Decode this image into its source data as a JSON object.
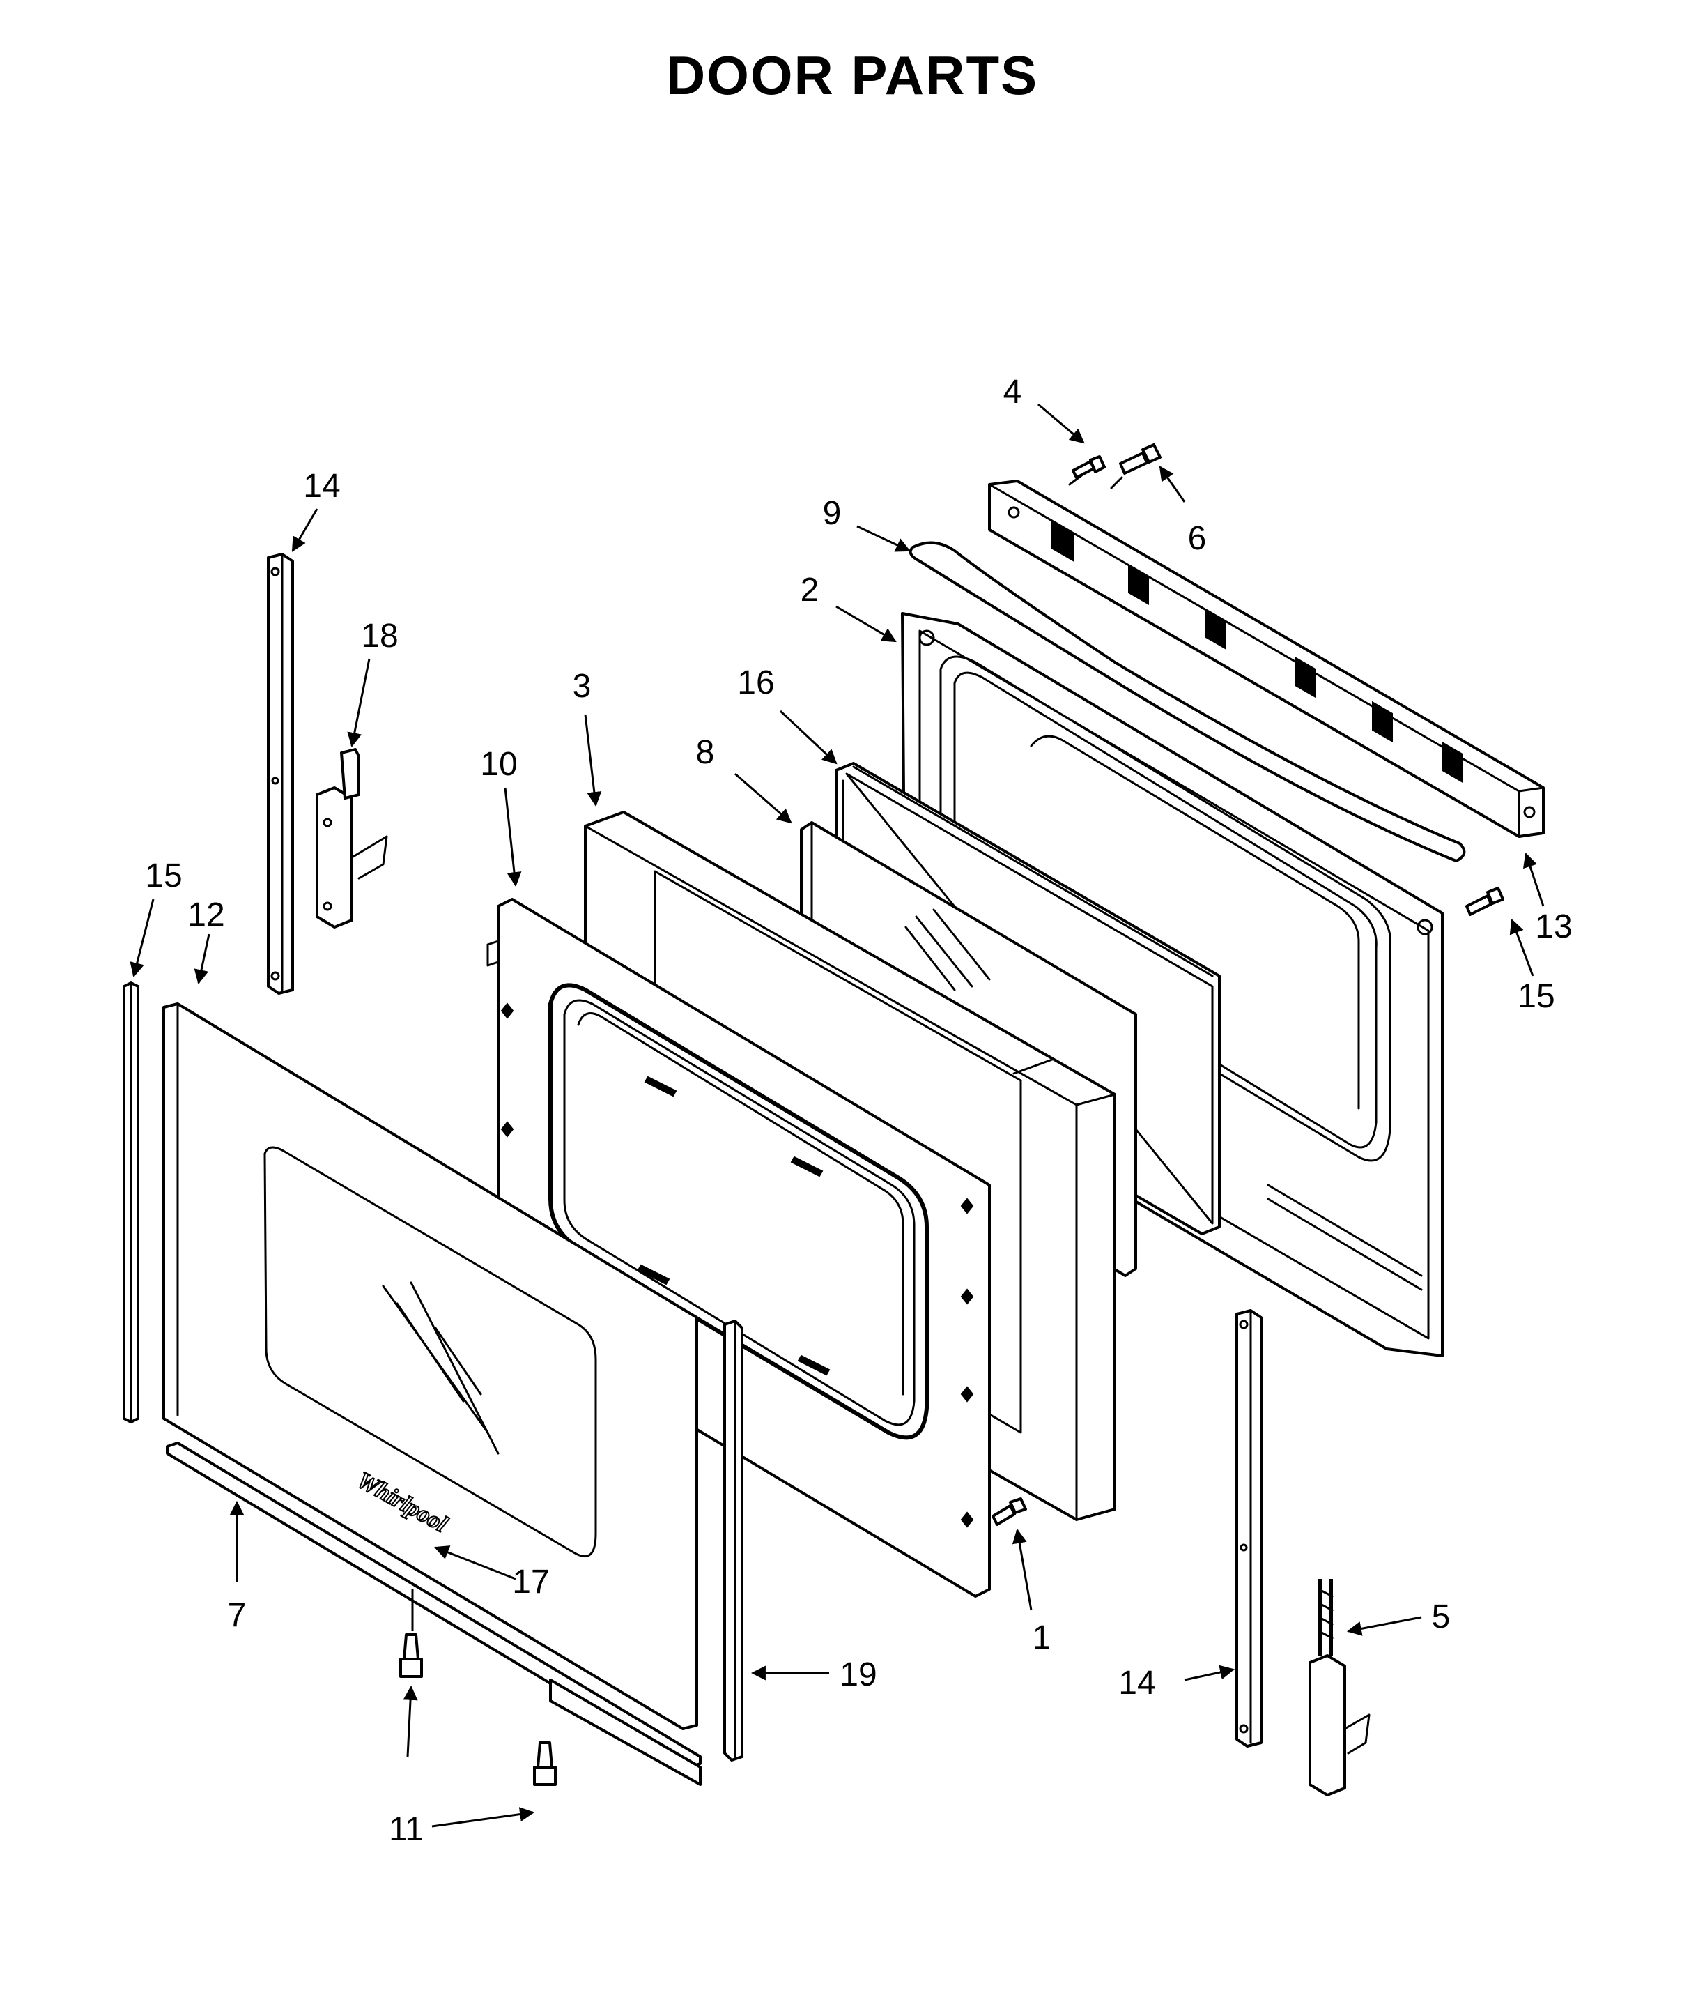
{
  "title": "DOOR PARTS",
  "brand_logo_text": "Whirlpool",
  "callouts": {
    "c1": "1",
    "c2": "2",
    "c3": "3",
    "c4": "4",
    "c5": "5",
    "c6": "6",
    "c7": "7",
    "c8": "8",
    "c9": "9",
    "c10": "10",
    "c11": "11",
    "c12": "12",
    "c13": "13",
    "c14a": "14",
    "c14b": "14",
    "c15a": "15",
    "c15b": "15",
    "c16": "16",
    "c17": "17",
    "c18": "18",
    "c19": "19"
  }
}
